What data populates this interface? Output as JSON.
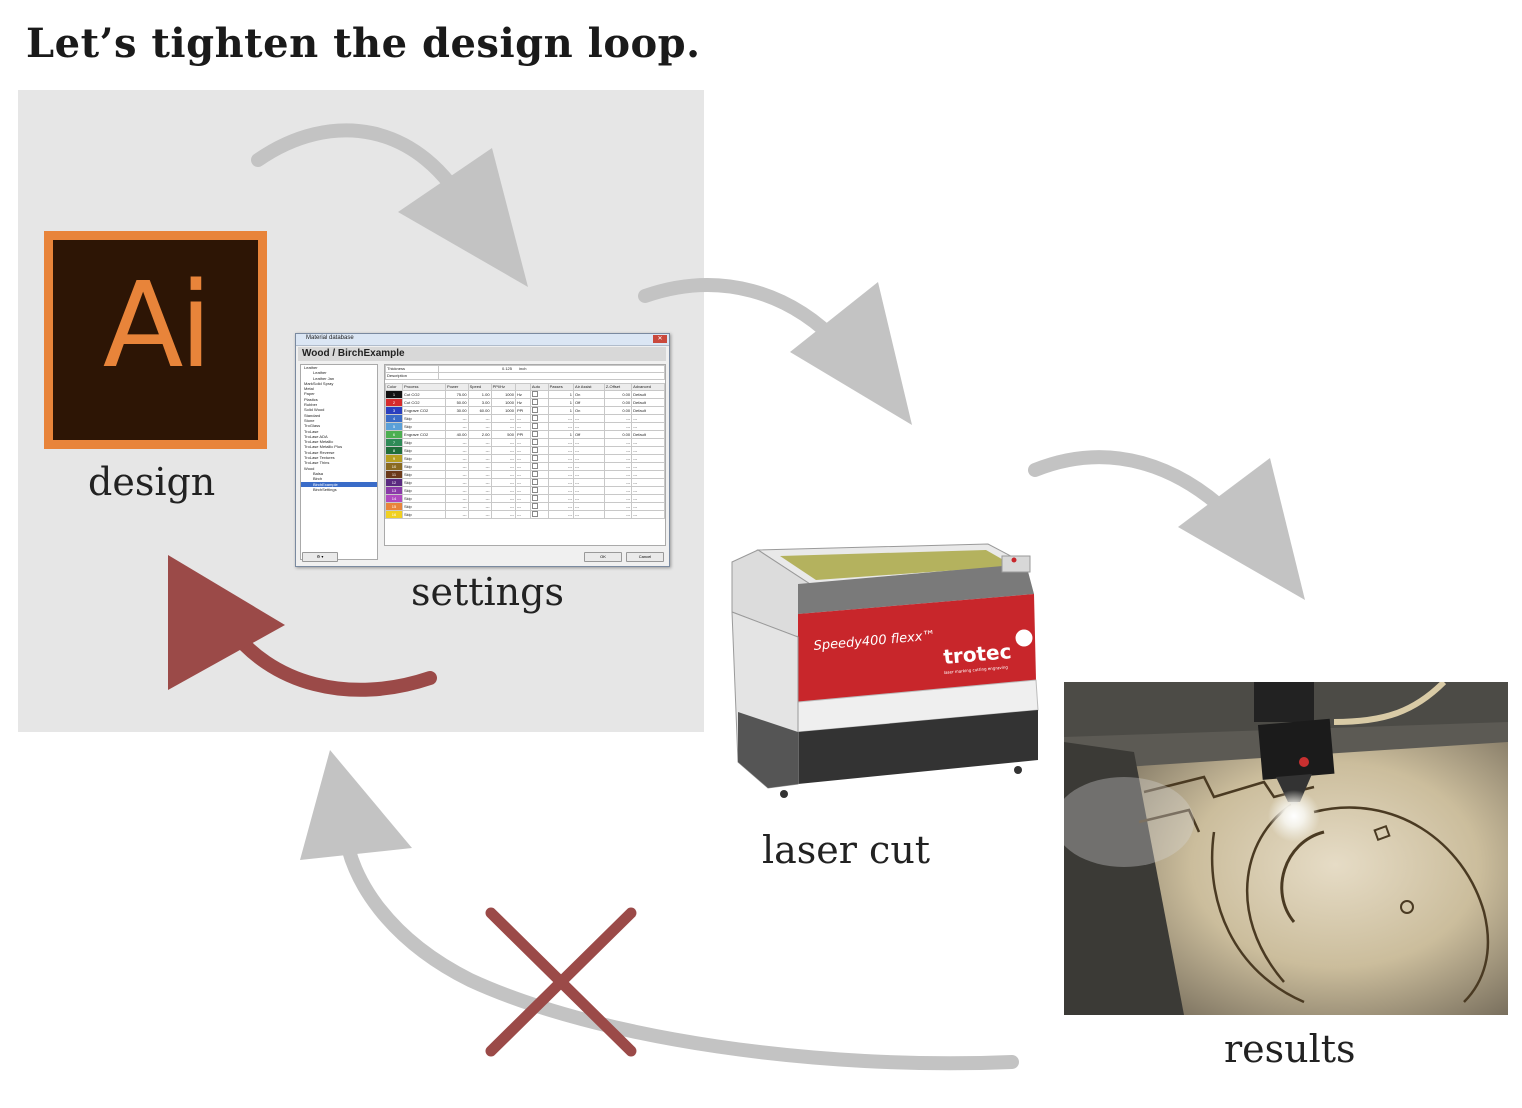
{
  "title": "Let’s tighten the design loop.",
  "labels": {
    "design": "design",
    "settings": "settings",
    "laser_cut": "laser cut",
    "results": "results"
  },
  "illustrator_icon": {
    "text": "Ai",
    "frame_color": "#e8843a",
    "bg_color": "#2d1505"
  },
  "colors": {
    "panel_bg": "#e6e6e6",
    "arrow_gray": "#c3c3c3",
    "arrow_red": "#9b4a48",
    "cross_red": "#9b4a48"
  },
  "settings_dialog": {
    "window_title": "Material database",
    "heading": "Wood / BirchExample",
    "thickness_label": "Thickness",
    "thickness_value": "0.125",
    "thickness_unit": "inch",
    "description_label": "Description",
    "tree": [
      {
        "label": "Leather",
        "level": 0
      },
      {
        "label": "Leather",
        "level": 1
      },
      {
        "label": "Leather Jan",
        "level": 1
      },
      {
        "label": "MarkSolid Spray",
        "level": 0
      },
      {
        "label": "Metal",
        "level": 0
      },
      {
        "label": "Paper",
        "level": 0
      },
      {
        "label": "Plastics",
        "level": 0
      },
      {
        "label": "Rubber",
        "level": 0
      },
      {
        "label": "Solid Wood",
        "level": 0
      },
      {
        "label": "Standard",
        "level": 0
      },
      {
        "label": "Stone",
        "level": 0
      },
      {
        "label": "TroGlass",
        "level": 0
      },
      {
        "label": "TroLase",
        "level": 0
      },
      {
        "label": "TroLase ADA",
        "level": 0
      },
      {
        "label": "TroLase Metallic",
        "level": 0
      },
      {
        "label": "TroLase Metallic Plus",
        "level": 0
      },
      {
        "label": "TroLase Reverse",
        "level": 0
      },
      {
        "label": "TroLase Textures",
        "level": 0
      },
      {
        "label": "TroLase Thins",
        "level": 0
      },
      {
        "label": "Wood",
        "level": 0
      },
      {
        "label": "Balsa",
        "level": 1
      },
      {
        "label": "Birch",
        "level": 1
      },
      {
        "label": "BirchExample",
        "level": 1,
        "selected": true
      },
      {
        "label": "BirchSettings",
        "level": 1
      }
    ],
    "columns": [
      "Color",
      "Process",
      "Power",
      "Speed",
      "PPI/Hz",
      "",
      "Auto",
      "Passes",
      "Air Assist",
      "Z-Offset",
      "Advanced"
    ],
    "rows": [
      {
        "n": "1",
        "color": "#111111",
        "process": "Cut CO2",
        "power": "75.00",
        "speed": "1.00",
        "ppi": "1000",
        "unit": "Hz",
        "passes": "1",
        "air": "On",
        "z": "0.00",
        "adv": "Default"
      },
      {
        "n": "2",
        "color": "#d62b2b",
        "process": "Cut CO2",
        "power": "50.00",
        "speed": "3.00",
        "ppi": "1000",
        "unit": "Hz",
        "passes": "1",
        "air": "Off",
        "z": "0.00",
        "adv": "Default"
      },
      {
        "n": "3",
        "color": "#2a3fbf",
        "process": "Engrave CO2",
        "power": "30.00",
        "speed": "60.00",
        "ppi": "1000",
        "unit": "PPI",
        "passes": "1",
        "air": "On",
        "z": "0.00",
        "adv": "Default"
      },
      {
        "n": "4",
        "color": "#3a6cc8",
        "process": "Skip",
        "power": "---",
        "speed": "---",
        "ppi": "---",
        "unit": "---",
        "passes": "---",
        "air": "---",
        "z": "---",
        "adv": "---"
      },
      {
        "n": "5",
        "color": "#5aa0d8",
        "process": "Skip",
        "power": "---",
        "speed": "---",
        "ppi": "---",
        "unit": "---",
        "passes": "---",
        "air": "---",
        "z": "---",
        "adv": "---"
      },
      {
        "n": "6",
        "color": "#4caf50",
        "process": "Engrave CO2",
        "power": "40.00",
        "speed": "2.00",
        "ppi": "500",
        "unit": "PPI",
        "passes": "1",
        "air": "Off",
        "z": "0.00",
        "adv": "Default"
      },
      {
        "n": "7",
        "color": "#2e8b57",
        "process": "Skip",
        "power": "---",
        "speed": "---",
        "ppi": "---",
        "unit": "---",
        "passes": "---",
        "air": "---",
        "z": "---",
        "adv": "---"
      },
      {
        "n": "8",
        "color": "#1f6e3a",
        "process": "Skip",
        "power": "---",
        "speed": "---",
        "ppi": "---",
        "unit": "---",
        "passes": "---",
        "air": "---",
        "z": "---",
        "adv": "---"
      },
      {
        "n": "9",
        "color": "#b8a020",
        "process": "Skip",
        "power": "---",
        "speed": "---",
        "ppi": "---",
        "unit": "---",
        "passes": "---",
        "air": "---",
        "z": "---",
        "adv": "---"
      },
      {
        "n": "10",
        "color": "#8a6a20",
        "process": "Skip",
        "power": "---",
        "speed": "---",
        "ppi": "---",
        "unit": "---",
        "passes": "---",
        "air": "---",
        "z": "---",
        "adv": "---"
      },
      {
        "n": "11",
        "color": "#6b3a1a",
        "process": "Skip",
        "power": "---",
        "speed": "---",
        "ppi": "---",
        "unit": "---",
        "passes": "---",
        "air": "---",
        "z": "---",
        "adv": "---"
      },
      {
        "n": "12",
        "color": "#5a2a80",
        "process": "Skip",
        "power": "---",
        "speed": "---",
        "ppi": "---",
        "unit": "---",
        "passes": "---",
        "air": "---",
        "z": "---",
        "adv": "---"
      },
      {
        "n": "13",
        "color": "#8a3aa8",
        "process": "Skip",
        "power": "---",
        "speed": "---",
        "ppi": "---",
        "unit": "---",
        "passes": "---",
        "air": "---",
        "z": "---",
        "adv": "---"
      },
      {
        "n": "14",
        "color": "#b04ac0",
        "process": "Skip",
        "power": "---",
        "speed": "---",
        "ppi": "---",
        "unit": "---",
        "passes": "---",
        "air": "---",
        "z": "---",
        "adv": "---"
      },
      {
        "n": "15",
        "color": "#e8843a",
        "process": "Skip",
        "power": "---",
        "speed": "---",
        "ppi": "---",
        "unit": "---",
        "passes": "---",
        "air": "---",
        "z": "---",
        "adv": "---"
      },
      {
        "n": "16",
        "color": "#f0d020",
        "process": "Skip",
        "power": "---",
        "speed": "---",
        "ppi": "---",
        "unit": "---",
        "passes": "---",
        "air": "---",
        "z": "---",
        "adv": "---"
      }
    ],
    "ok_label": "OK",
    "cancel_label": "Cancel"
  },
  "laser_cutter": {
    "model": "Speedy400 flexx™",
    "brand": "trotec",
    "tagline": "laser marking cutting engraving"
  }
}
